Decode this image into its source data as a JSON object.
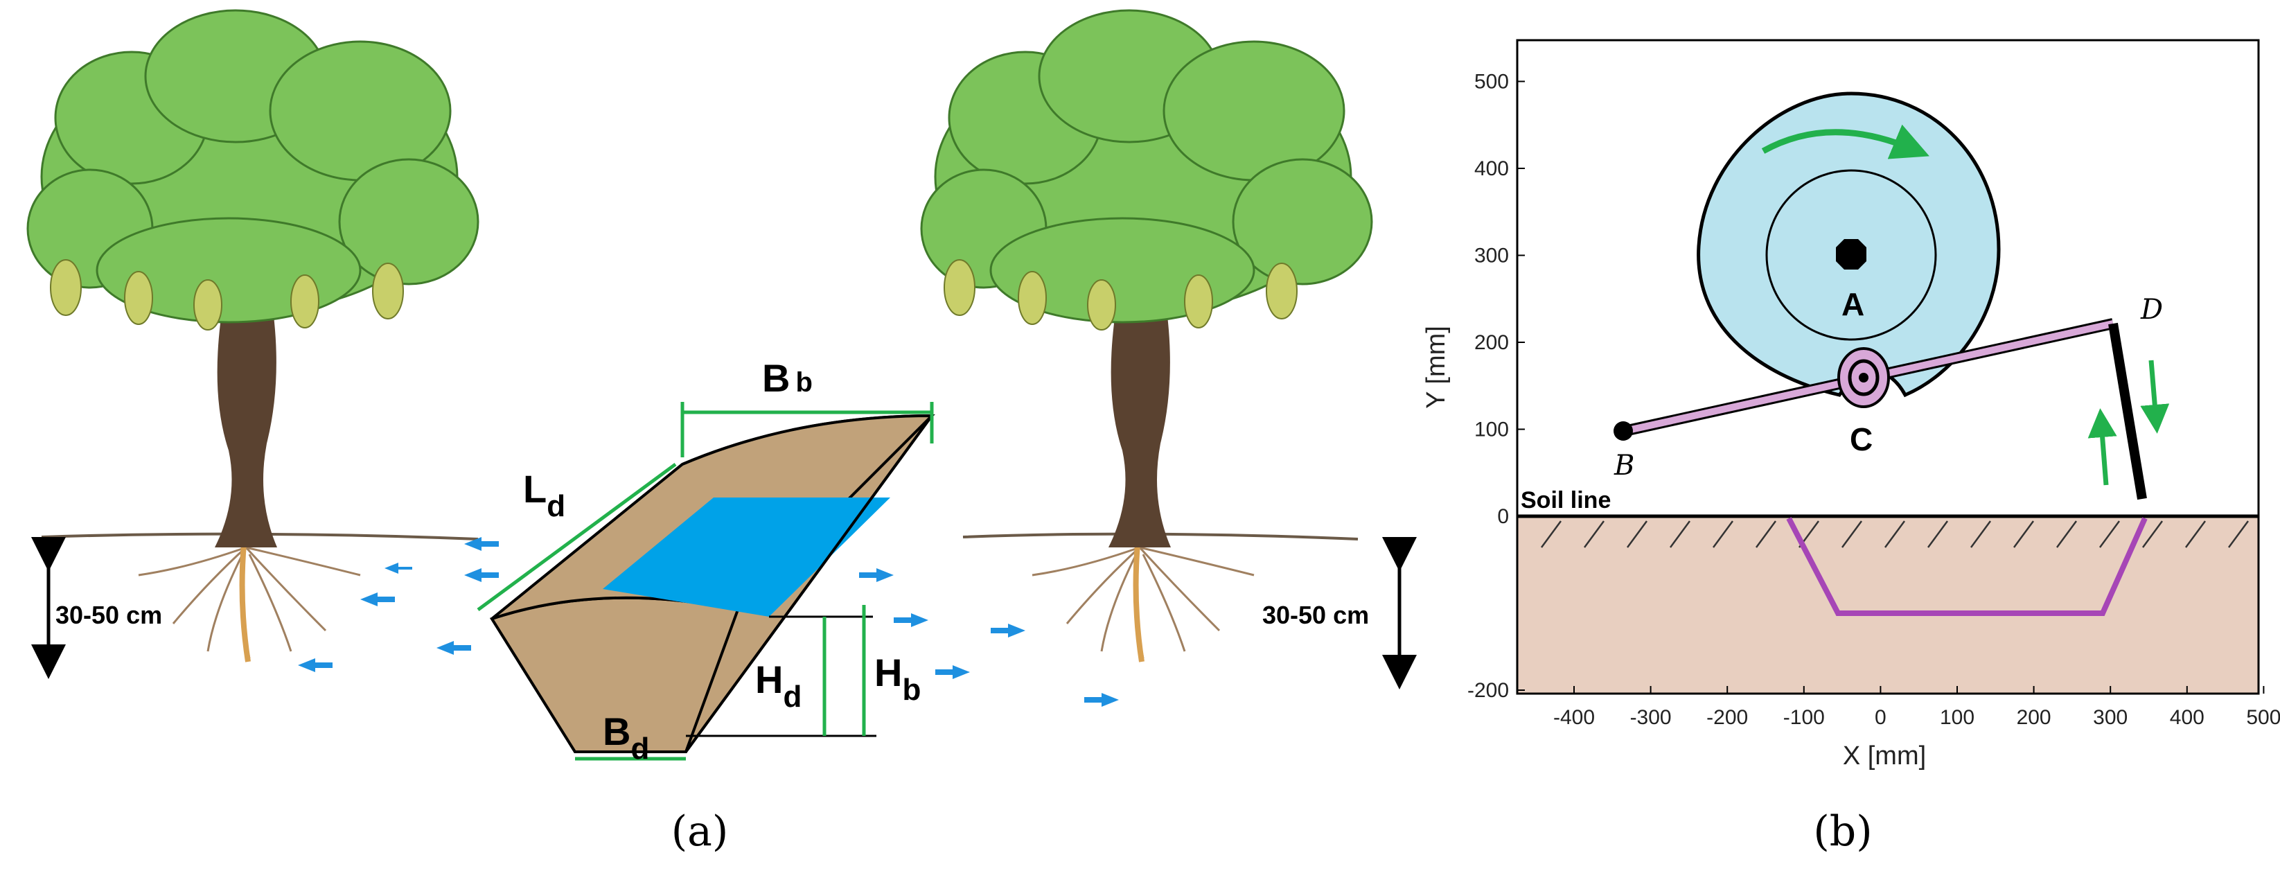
{
  "panel_a": {
    "caption": "(a)",
    "depth_left": "30-50 cm",
    "depth_right": "30-50 cm",
    "dims": {
      "bb_main": "B",
      "bb_sub": "b",
      "ld_main": "L",
      "ld_sub": "d",
      "hd_main": "H",
      "hd_sub": "d",
      "hb_main": "H",
      "hb_sub": "b",
      "bd_main": "B",
      "bd_sub": "d"
    },
    "colors": {
      "foliage": "#7cc35a",
      "trunk": "#5a4230",
      "ditch": "#c1a27a",
      "water": "#00a2e8",
      "dimension": "#22b14c",
      "arrows": "#1e90e0"
    }
  },
  "panel_b": {
    "caption": "(b)",
    "soil_line": "Soil line",
    "x_title": "X [mm]",
    "y_title": "Y [mm]",
    "x_ticks": [
      "-400",
      "-300",
      "-200",
      "-100",
      "0",
      "100",
      "200",
      "300",
      "400",
      "500"
    ],
    "y_ticks": [
      "500",
      "400",
      "300",
      "200",
      "100",
      "0",
      "-200"
    ],
    "point_a": "A",
    "point_b": "B",
    "point_c": "C",
    "point_d": "D",
    "colors": {
      "disc": "#b9e3ee",
      "linkage": "#d8a8d8",
      "soil": "#e8cfc0",
      "profile": "#a646b6",
      "rotation_arrow": "#22b14c"
    }
  }
}
